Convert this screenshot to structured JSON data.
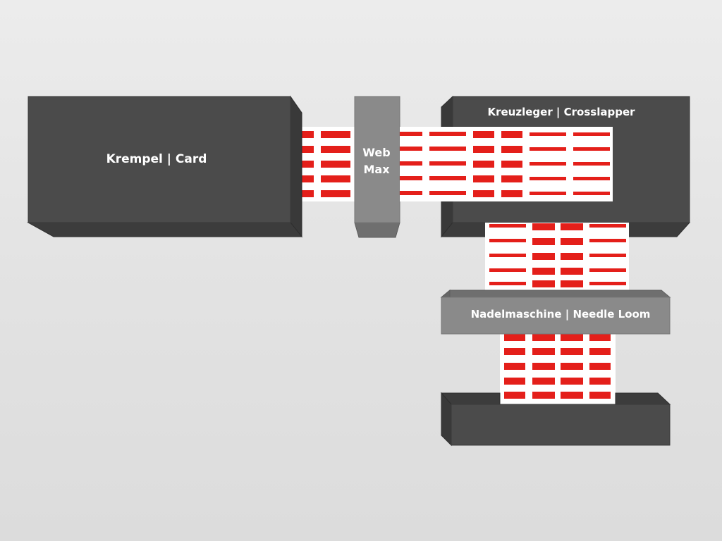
{
  "machines": {
    "card": {
      "label": "Krempel | Card"
    },
    "webmax": {
      "line1": "Web",
      "line2": "Max"
    },
    "crosslapper": {
      "label": "Kreuzleger | Crosslapper"
    },
    "needleloom": {
      "label": "Nadelmaschine | Needle Loom"
    },
    "winder": {
      "label": ""
    }
  },
  "colors": {
    "machine_dark": "#4b4b4b",
    "machine_dark_side": "#393939",
    "machine_mid": "#8a8a8a",
    "machine_mid_side": "#6f6f6f",
    "web": "#ffffff",
    "fiber": "#e41f1a",
    "label": "#ffffff"
  }
}
